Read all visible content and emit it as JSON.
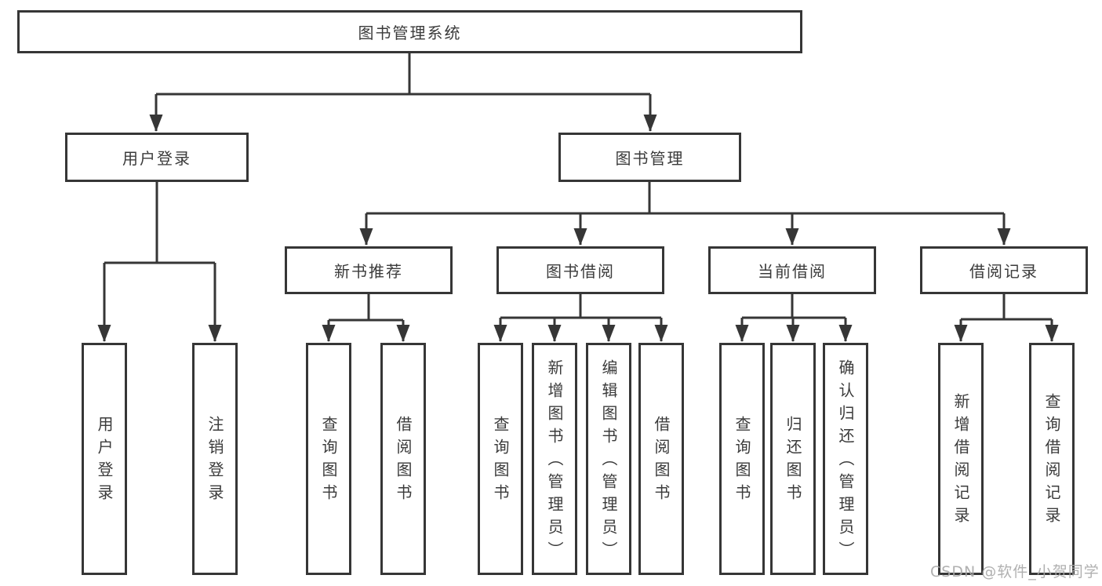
{
  "diagram": {
    "root_label": "图书管理系统",
    "level1": [
      "用户登录",
      "图书管理"
    ],
    "level2": [
      "新书推荐",
      "图书借阅",
      "当前借阅",
      "借阅记录"
    ],
    "leaves": {
      "user_login": [
        "用户登录",
        "注销登录"
      ],
      "new_book_recommend": [
        "查询图书",
        "借阅图书"
      ],
      "book_borrow": [
        "查询图书",
        "新增图书（管理员）",
        "编辑图书（管理员）",
        "借阅图书"
      ],
      "current_borrow": [
        "查询图书",
        "归还图书",
        "确认归还（管理员）"
      ],
      "borrow_records": [
        "新增借阅记录",
        "查询借阅记录"
      ]
    }
  },
  "watermark": {
    "text": "CSDN @软件_小贺同学"
  },
  "colors": {
    "line": "#363636",
    "box_border": "#363636",
    "text": "#3b3b3b",
    "watermark": "#a8a8a8",
    "background": "#ffffff"
  }
}
